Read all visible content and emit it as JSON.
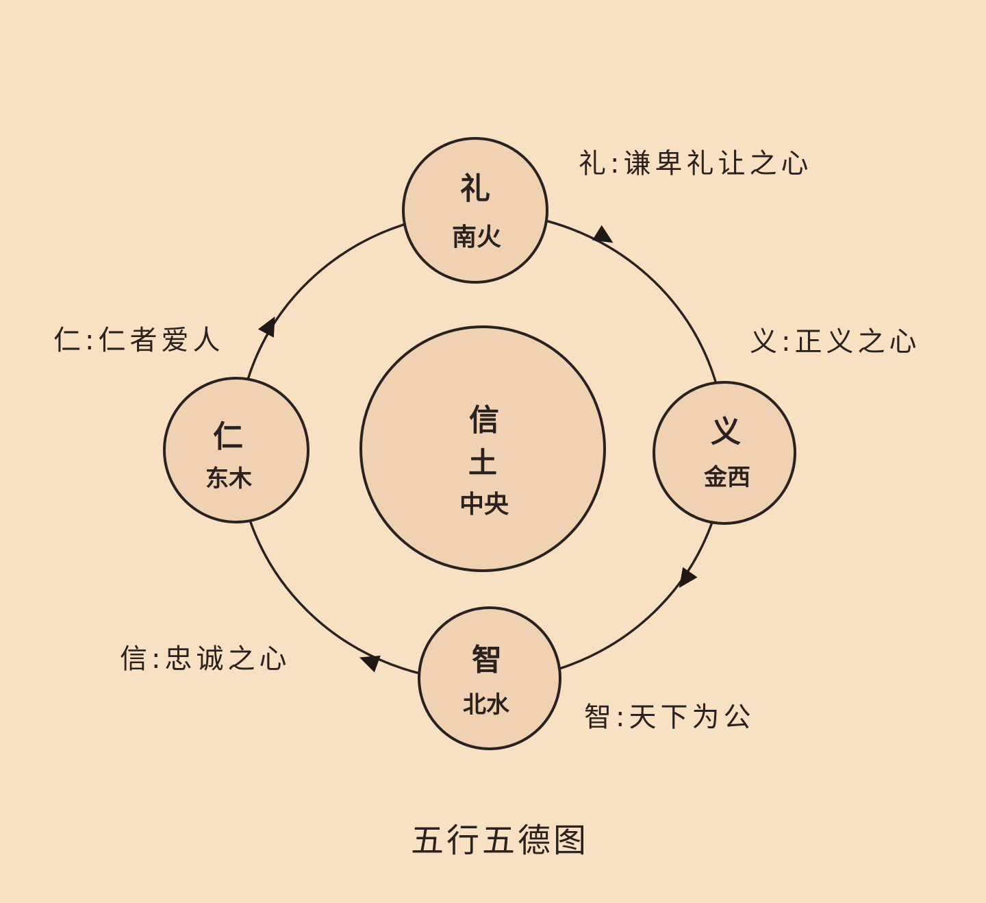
{
  "center": {
    "virtue": "信",
    "element": "土",
    "direction": "中央"
  },
  "nodes": {
    "top": {
      "virtue": "礼",
      "sub": "南火"
    },
    "right": {
      "virtue": "义",
      "sub": "金西"
    },
    "bottom": {
      "virtue": "智",
      "sub": "北水"
    },
    "left": {
      "virtue": "仁",
      "sub": "东木"
    }
  },
  "labels": {
    "li": "礼:谦卑礼让之心",
    "yi": "义:正义之心",
    "zhi": "智:天下为公",
    "xin": "信:忠诚之心",
    "ren": "仁:仁者爱人"
  },
  "title": "五行五德图",
  "colors": {
    "background": "#f8e1c3",
    "node_fill": "#f0d2b2",
    "stroke": "#2a2220"
  }
}
